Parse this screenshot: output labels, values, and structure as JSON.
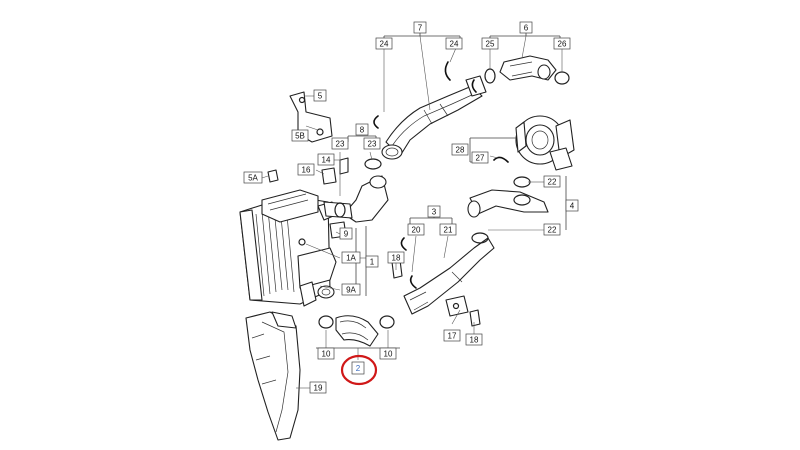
{
  "diagram": {
    "highlight_color": "#d01818",
    "callouts": {
      "c1": "1",
      "c1a": "1A",
      "c2": "2",
      "c3": "3",
      "c4": "4",
      "c5": "5",
      "c5a": "5A",
      "c5b": "5B",
      "c6": "6",
      "c7": "7",
      "c8": "8",
      "c9": "9",
      "c9a": "9A",
      "c10a": "10",
      "c10b": "10",
      "c14": "14",
      "c16": "16",
      "c17": "17",
      "c18a": "18",
      "c18b": "18",
      "c19": "19",
      "c20": "20",
      "c21": "21",
      "c22a": "22",
      "c22b": "22",
      "c23a": "23",
      "c23b": "23",
      "c24a": "24",
      "c24b": "24",
      "c25": "25",
      "c26": "26",
      "c27": "27",
      "c28": "28"
    }
  }
}
